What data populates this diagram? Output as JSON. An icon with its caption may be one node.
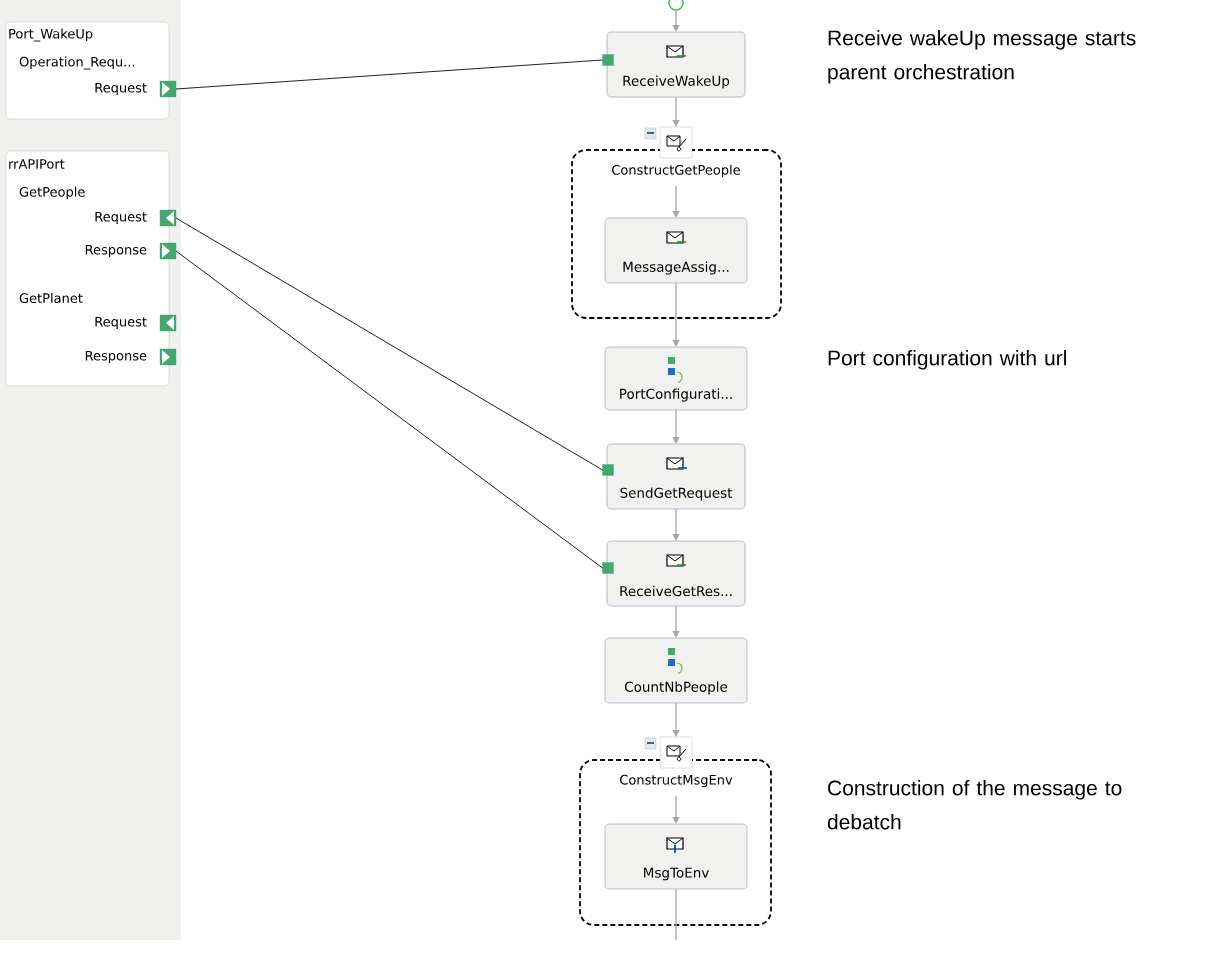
{
  "diagram": {
    "nodes": [
      {
        "text": [
          "Port_WakeUp",
          "Operation_Requ...",
          "Request"
        ]
      },
      {
        "text": [],
        "shape": "box",
        "in": 0
      },
      {
        "text": [
          "rrAPIPort",
          "GetPeople",
          "Request",
          "Response",
          "GetPlanet",
          "Request",
          "Response"
        ]
      },
      {
        "text": [],
        "shape": "box",
        "in": 2
      },
      {
        "text": [],
        "shape": "box",
        "in": 2
      },
      {
        "text": [],
        "shape": "box",
        "in": 2
      },
      {
        "text": [],
        "shape": "box",
        "in": 2
      },
      {
        "text": [],
        "shape": "circle"
      },
      {
        "text": [
          "ReceiveWakeUp"
        ]
      },
      {
        "text": [],
        "shape": "box",
        "in": 8
      },
      {
        "text": [
          "ConstructGetPeople"
        ]
      },
      {
        "text": [
          "MessageAssig..."
        ],
        "in": 10
      },
      {
        "text": [
          "PortConfigurati..."
        ]
      },
      {
        "text": [
          "SendGetRequest"
        ]
      },
      {
        "text": [],
        "shape": "box",
        "in": 13
      },
      {
        "text": [
          "ReceiveGetRes..."
        ]
      },
      {
        "text": [],
        "shape": "box",
        "in": 15
      },
      {
        "text": [
          "CountNbPeople"
        ]
      },
      {
        "text": [
          "ConstructMsgEnv"
        ]
      },
      {
        "text": [
          "MsgToEnv"
        ],
        "in": 18
      }
    ],
    "edges": [
      {
        "from": 7,
        "to": 8,
        "arrow": "to"
      },
      {
        "from": 8,
        "to": 10,
        "arrow": "to"
      },
      {
        "from": 10,
        "to": 11,
        "arrow": "to"
      },
      {
        "from": 11,
        "to": 12,
        "arrow": "to"
      },
      {
        "from": 12,
        "to": 13,
        "arrow": "to"
      },
      {
        "from": 13,
        "to": 15,
        "arrow": "to"
      },
      {
        "from": 15,
        "to": 17,
        "arrow": "to"
      },
      {
        "from": 17,
        "to": 18,
        "arrow": "to"
      },
      {
        "from": 18,
        "to": 19,
        "arrow": "to"
      },
      {
        "from": 19,
        "to": null,
        "arrow": "none"
      },
      {
        "from": 1,
        "to": 9,
        "arrow": "none",
        "color": "#202020"
      },
      {
        "from": 3,
        "to": 14,
        "arrow": "none",
        "color": "#202020"
      },
      {
        "from": 4,
        "to": 16,
        "arrow": "none",
        "color": "#202020"
      }
    ],
    "labels": [
      "Receive wakeUp message starts parent orchestration",
      "Port configuration with url",
      "Construction of the message to debatch"
    ]
  }
}
